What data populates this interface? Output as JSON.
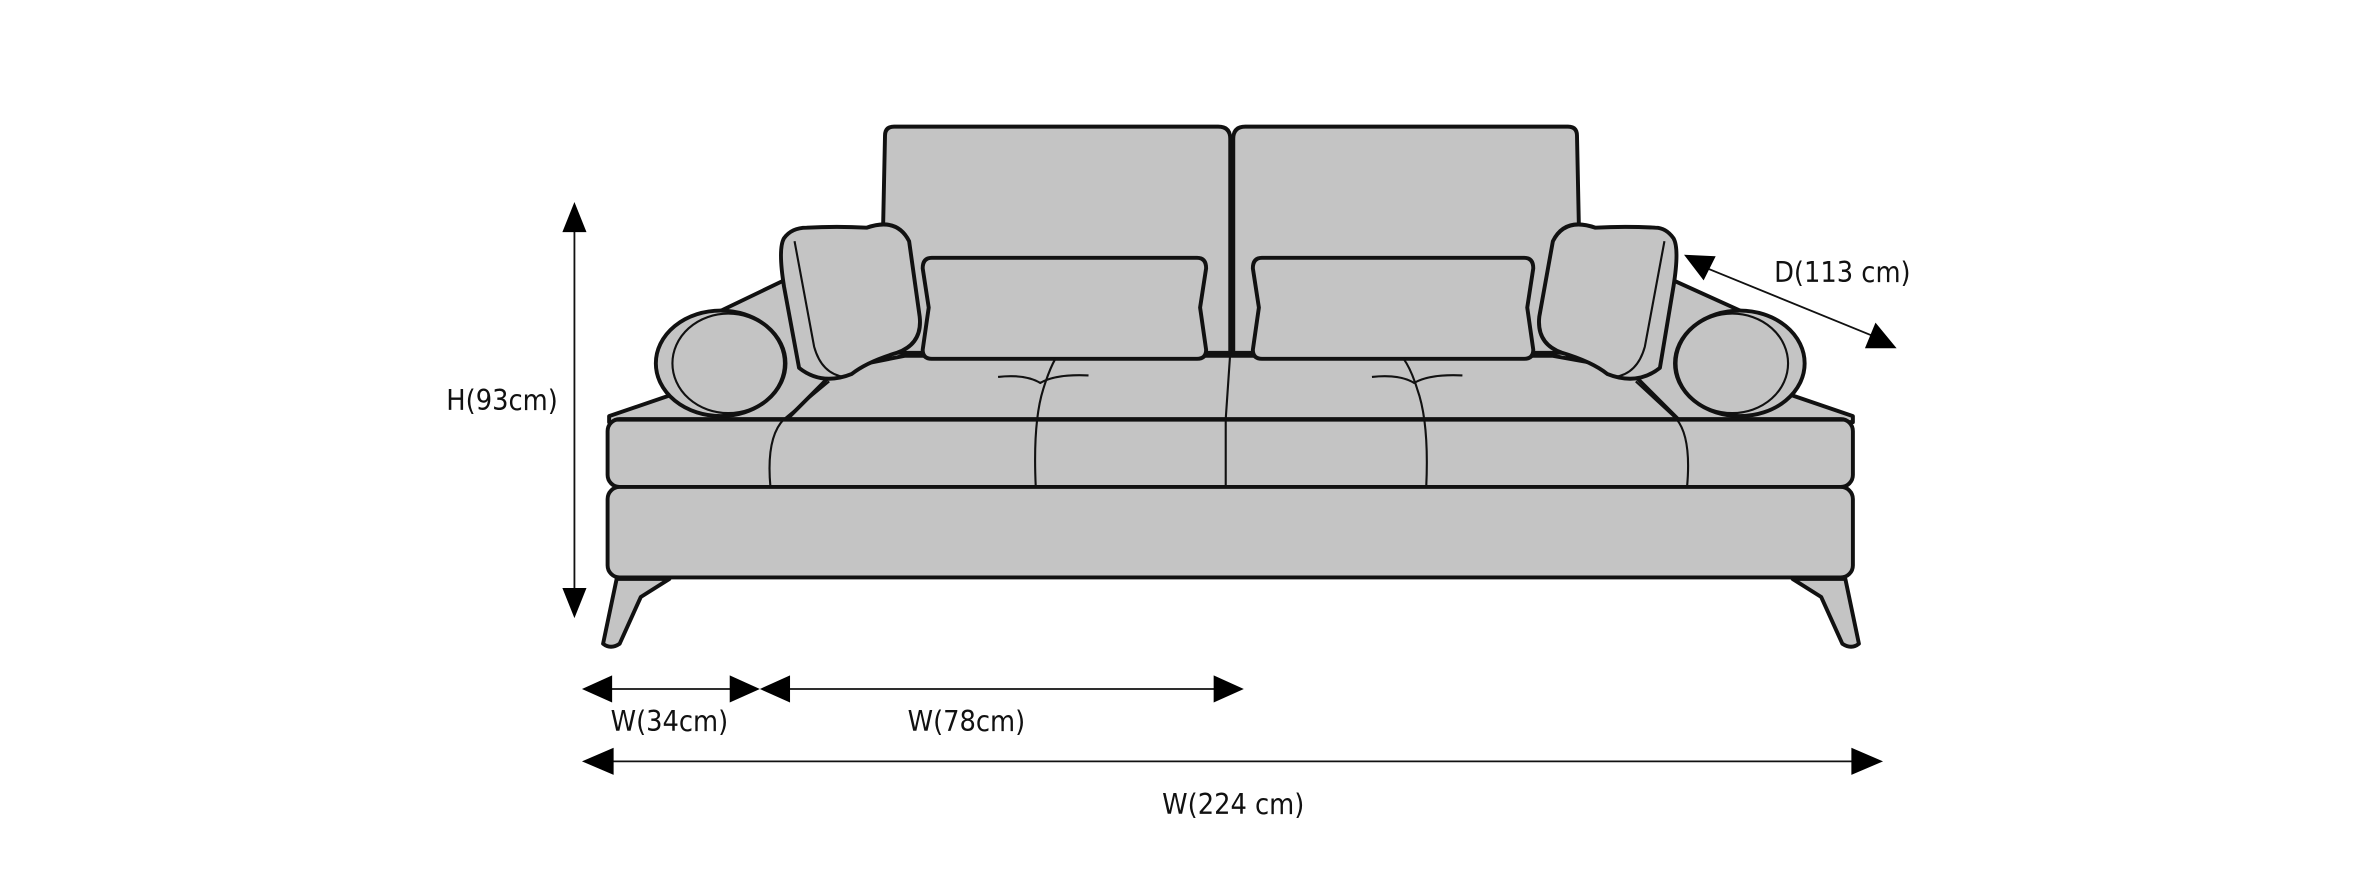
{
  "diagram": {
    "subject": "sofa",
    "colors": {
      "fill": "#c4c4c4",
      "stroke": "#111111"
    },
    "dimensions": {
      "height": "H(93cm)",
      "depth": "D(113 cm)",
      "arm_width": "W(34cm)",
      "seat_width": "W(78cm)",
      "total_width": "W(224 cm)"
    }
  }
}
